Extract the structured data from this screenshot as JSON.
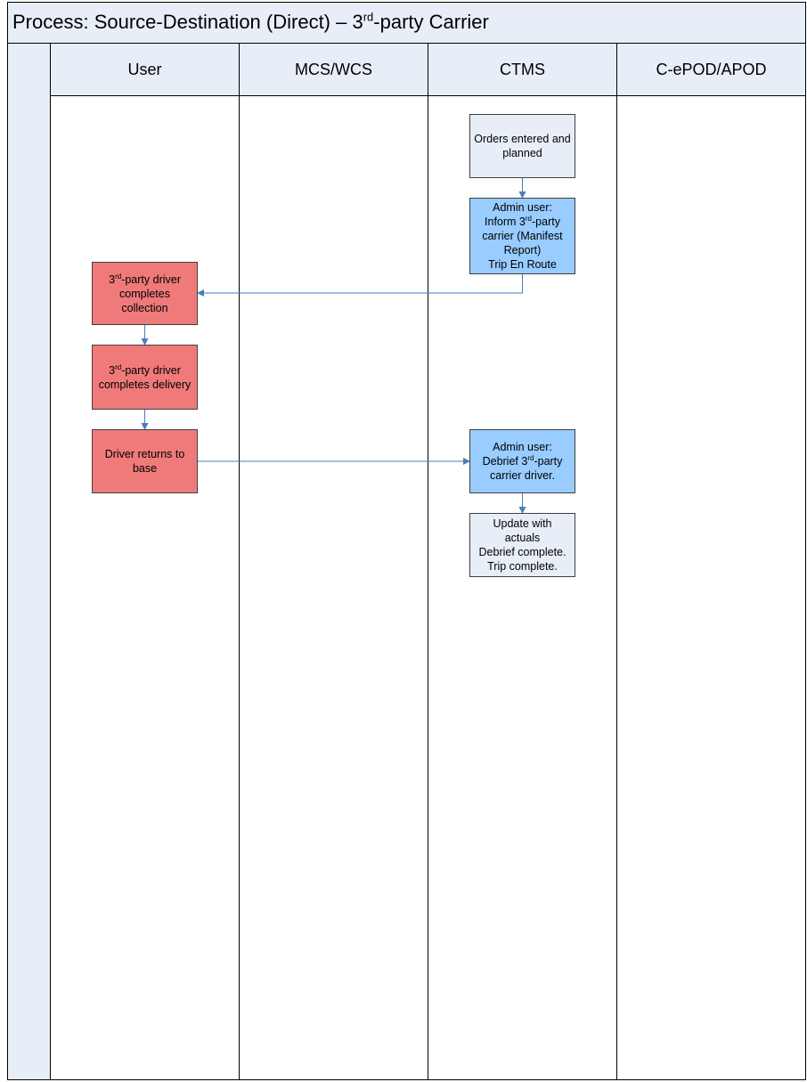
{
  "title": {
    "prefix": "Process: Source-Destination (Direct) – 3",
    "sup": "rd",
    "suffix": "-party Carrier"
  },
  "lanes": [
    "User",
    "MCS/WCS",
    "CTMS",
    "C-ePOD/APOD"
  ],
  "colors": {
    "lane_header": "#e8eef7",
    "ctms_task": "#99ccff",
    "user_task": "#f07a7a",
    "plain_task": "#e8eef7",
    "connector": "#4a7ebb"
  },
  "nodes": {
    "orders_entered": "Orders entered and planned",
    "admin_inform": {
      "line1": "Admin user:",
      "line2a": "Inform 3",
      "sup": "rd",
      "line2b": "-party",
      "line3": "carrier (Manifest",
      "line4": "Report)",
      "line5": "Trip En Route"
    },
    "driver_collection": {
      "line1a": "3",
      "sup": "rd",
      "line1b": "-party driver",
      "line2": "completes",
      "line3": "collection"
    },
    "driver_delivery": {
      "line1a": "3",
      "sup": "rd",
      "line1b": "-party driver",
      "line2": "completes delivery"
    },
    "driver_returns": {
      "line1": "Driver returns to",
      "line2": "base"
    },
    "admin_debrief": {
      "line1": "Admin user:",
      "line2a": "Debrief 3",
      "sup": "rd",
      "line2b": "-party",
      "line3": "carrier driver."
    },
    "update_actuals": {
      "line1": "Update with",
      "line2": "actuals",
      "line3": "Debrief complete.",
      "line4": "Trip complete."
    }
  }
}
